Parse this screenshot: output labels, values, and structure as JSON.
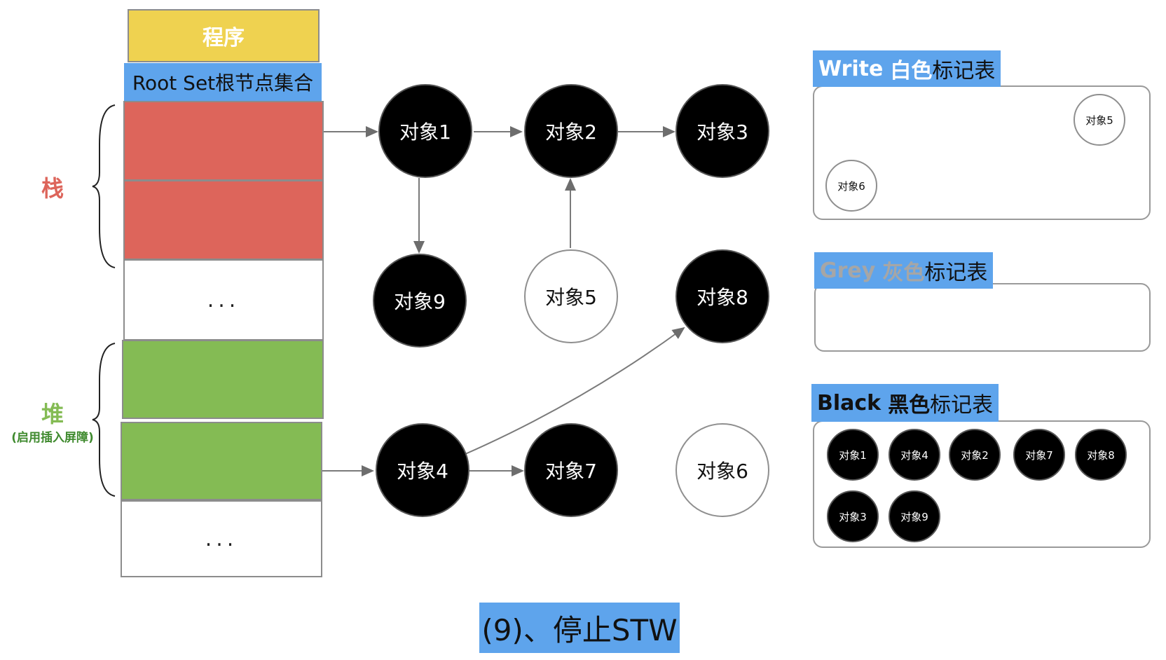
{
  "program_label": "程序",
  "root_set_label": "Root Set根节点集合",
  "stack_label": "栈",
  "heap_label": "堆",
  "heap_sublabel": "(启用插入屏障)",
  "ellipsis": "...",
  "nodes": {
    "n1": "对象1",
    "n2": "对象2",
    "n3": "对象3",
    "n4": "对象4",
    "n5": "对象5",
    "n6": "对象6",
    "n7": "对象7",
    "n8": "对象8",
    "n9": "对象9"
  },
  "tables": {
    "white": {
      "title_en": "Write",
      "title_color": "白色",
      "title_suffix": "标记表",
      "items": [
        "对象5",
        "对象6"
      ]
    },
    "grey": {
      "title_en": "Grey",
      "title_color": "灰色",
      "title_suffix": "标记表",
      "items": []
    },
    "black": {
      "title_en": "Black",
      "title_color": "黑色",
      "title_suffix": "标记表",
      "items": [
        "对象1",
        "对象4",
        "对象2",
        "对象7",
        "对象8",
        "对象3",
        "对象9"
      ]
    }
  },
  "colors": {
    "stack": "#dd655b",
    "heap": "#84bb54",
    "program": "#efd250",
    "label_blue": "#5ea4ec",
    "grey_text": "#a6a6a6"
  },
  "caption": "(9)、停止STW"
}
